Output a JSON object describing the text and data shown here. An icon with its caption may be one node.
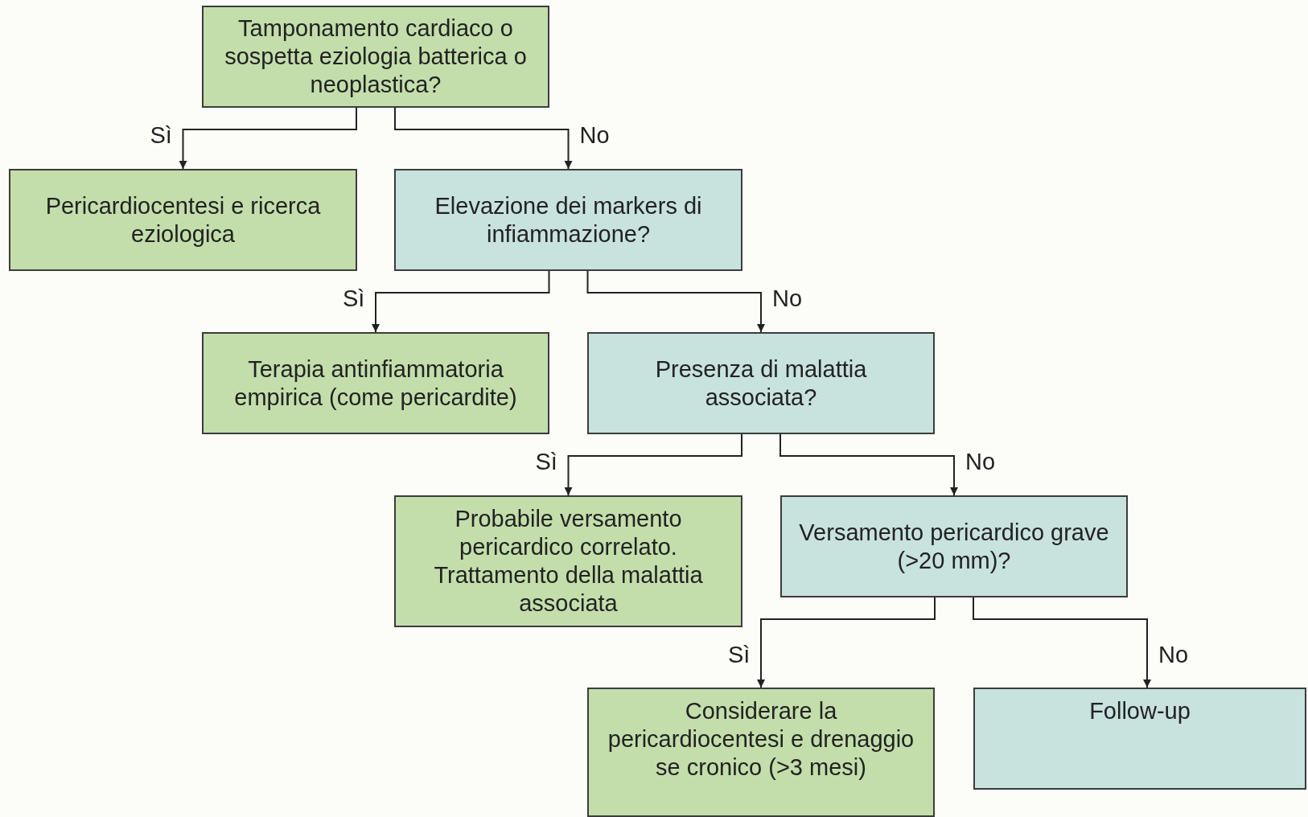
{
  "diagram": {
    "nodes": [
      {
        "text": [
          "Tamponamento cardiaco o sospetta eziologia batterica o neoplastica?"
        ]
      },
      {
        "text": [
          "Pericardiocentesi e ricerca eziologica"
        ]
      },
      {
        "text": [
          "Elevazione dei markers di infiammazione?"
        ]
      },
      {
        "text": [
          "Terapia antinfiammatoria empirica (come pericardite)"
        ]
      },
      {
        "text": [
          "Presenza di malattia associata?"
        ]
      },
      {
        "text": [
          "Probabile versamento pericardico correlato. Trattamento della malattia associata"
        ]
      },
      {
        "text": [
          "Versamento pericardico grave (>20 mm)?"
        ]
      },
      {
        "text": [
          "Considerare la pericardiocentesi e drenaggio se cronico (>3 mesi)"
        ]
      },
      {
        "text": [
          "Follow-up"
        ]
      }
    ],
    "edges": [
      {
        "from": 0,
        "to": 1,
        "arrow": "to",
        "label": "Sì"
      },
      {
        "from": 0,
        "to": 2,
        "arrow": "to",
        "label": "No"
      },
      {
        "from": 2,
        "to": 3,
        "arrow": "to",
        "label": "Sì"
      },
      {
        "from": 2,
        "to": 4,
        "arrow": "to",
        "label": "No"
      },
      {
        "from": 4,
        "to": 5,
        "arrow": "to",
        "label": "Sì"
      },
      {
        "from": 4,
        "to": 6,
        "arrow": "to",
        "label": "No"
      },
      {
        "from": 6,
        "to": 7,
        "arrow": "to",
        "label": "Sì"
      },
      {
        "from": 6,
        "to": 8,
        "arrow": "to",
        "label": "No"
      }
    ]
  }
}
